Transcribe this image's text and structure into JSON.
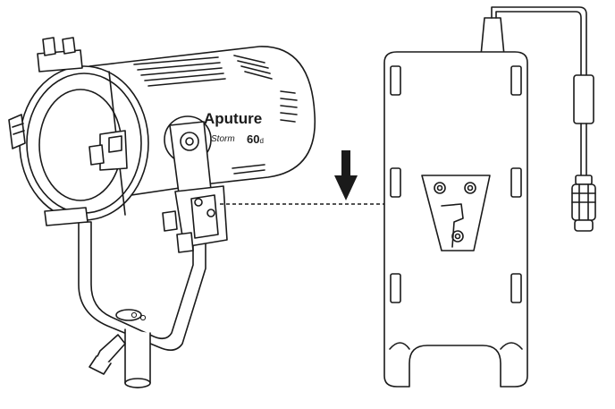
{
  "brand": {
    "name": "Aputure",
    "series": "Storm",
    "model": "60",
    "model_suffix": "d"
  },
  "colors": {
    "line": "#1a1a1a",
    "background": "#ffffff"
  },
  "icons": [
    "down-arrow-icon",
    "dashed-arrow-icon"
  ]
}
